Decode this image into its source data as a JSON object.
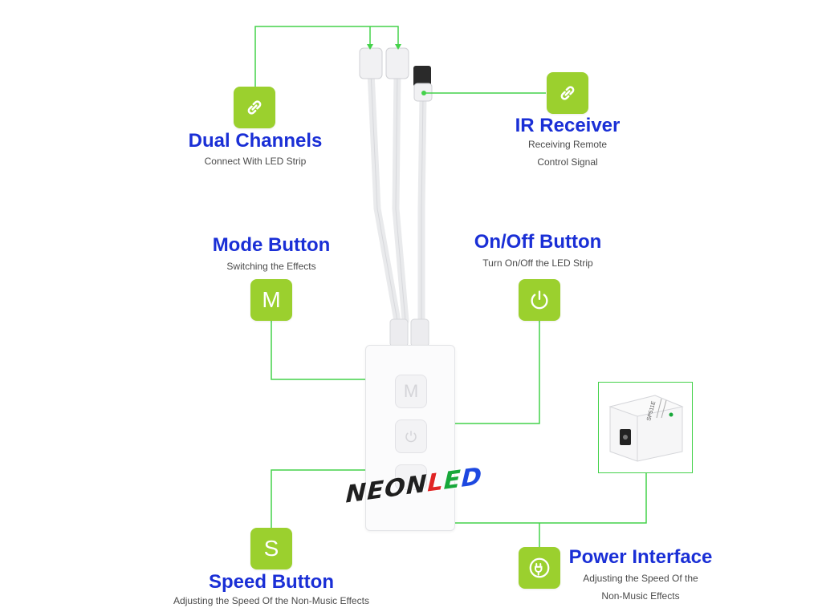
{
  "brand_logo": {
    "neon": "NEON",
    "led_l": "L",
    "led_e": "E",
    "led_d": "D",
    "colors": {
      "neon": "#1f1f1f",
      "l": "#e02424",
      "e": "#18a83a",
      "d": "#1d48e0"
    }
  },
  "colors": {
    "accent": "#9bd02e",
    "connector": "#44d24a",
    "title": "#1a2fd6",
    "subtitle": "#4a4a4a"
  },
  "features": {
    "dual_channels": {
      "icon": "link-icon",
      "title": "Dual Channels",
      "desc": "Connect With LED Strip"
    },
    "ir_receiver": {
      "icon": "link-icon",
      "title": "IR Receiver",
      "desc_line1": "Receiving Remote",
      "desc_line2": "Control Signal"
    },
    "mode_button": {
      "icon_letter": "M",
      "title": "Mode Button",
      "desc": "Switching the Effects"
    },
    "onoff_button": {
      "icon": "power-icon",
      "title": "On/Off Button",
      "desc": "Turn On/Off the LED Strip"
    },
    "speed_button": {
      "icon_letter": "S",
      "title": "Speed Button",
      "desc": "Adjusting the Speed Of the Non-Music Effects"
    },
    "power_interface": {
      "icon": "plug-icon",
      "title": "Power Interface",
      "desc_line1": "Adjusting the Speed Of the",
      "desc_line2": "Non-Music Effects"
    }
  },
  "controller": {
    "mode_key": "M",
    "adapter_label": "SP511E"
  }
}
